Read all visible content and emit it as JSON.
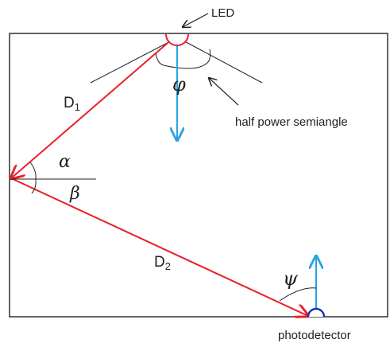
{
  "labels": {
    "led": "LED",
    "half_power": "half power semiangle",
    "d1": "D",
    "d1_sub": "1",
    "d2": "D",
    "d2_sub": "2",
    "phi": "φ",
    "alpha": "α",
    "beta": "β",
    "psi": "ψ",
    "photodetector": "photodetector"
  },
  "colors": {
    "ray": "#e8202a",
    "normal": "#2aa3e0",
    "detector": "#1c2fb0",
    "line": "#222222"
  }
}
